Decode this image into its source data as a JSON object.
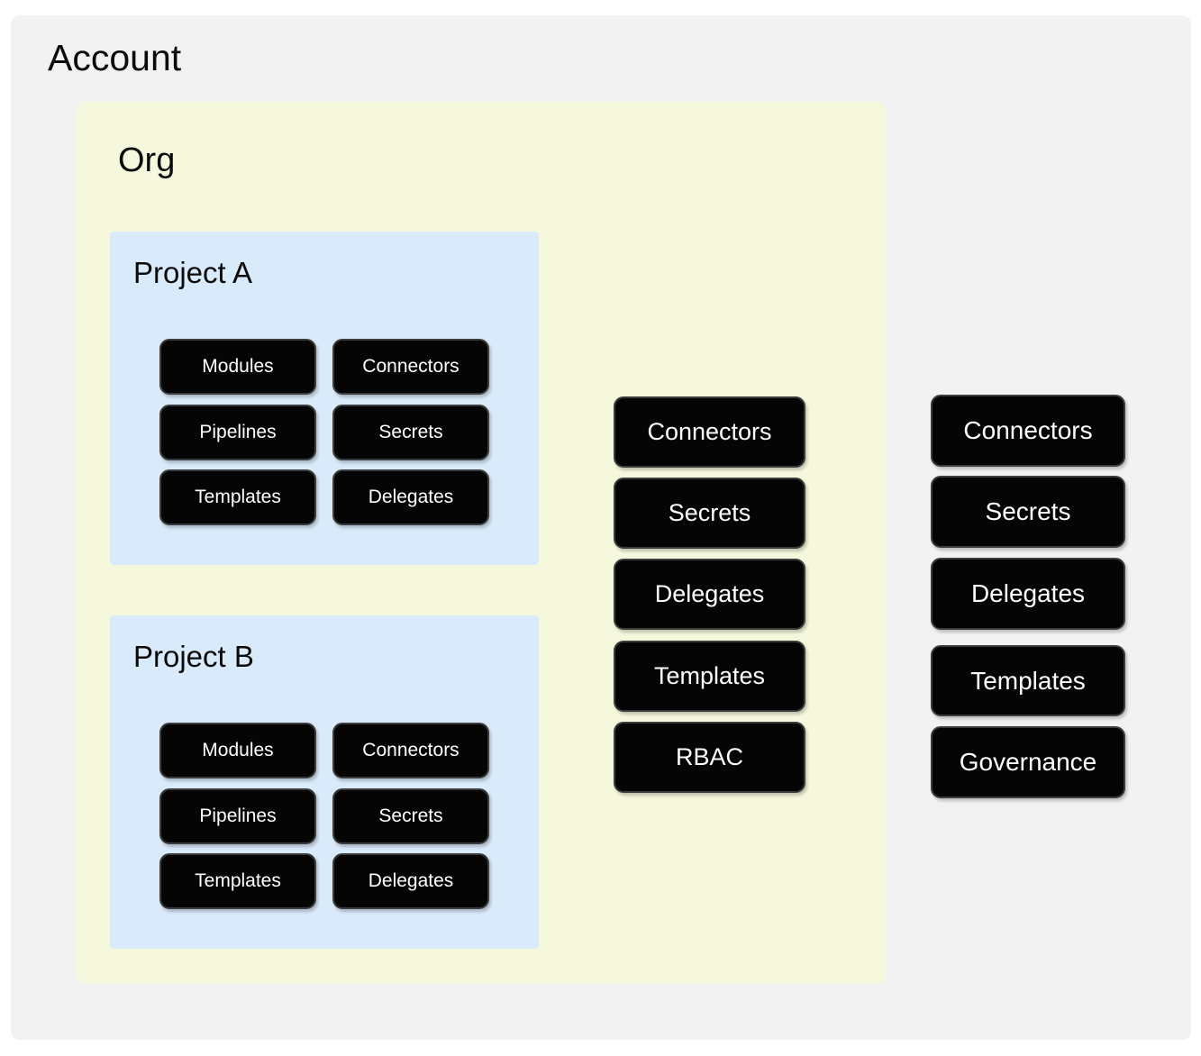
{
  "diagram": {
    "type": "nested-scope-hierarchy",
    "colors": {
      "account_bg": "#f2f2f2",
      "org_bg": "#f6f8dd",
      "project_bg": "#d9eafb",
      "node_bg": "#050505",
      "node_border": "#3c3c3c",
      "node_text": "#ffffff",
      "title_text": "#0b0b0b",
      "page_bg": "#ffffff"
    },
    "account": {
      "title": "Account",
      "resources": [
        {
          "label": "Connectors"
        },
        {
          "label": "Secrets"
        },
        {
          "label": "Delegates"
        },
        {
          "label": "Templates"
        },
        {
          "label": "Governance"
        }
      ]
    },
    "org": {
      "title": "Org",
      "resources": [
        {
          "label": "Connectors"
        },
        {
          "label": "Secrets"
        },
        {
          "label": "Delegates"
        },
        {
          "label": "Templates"
        },
        {
          "label": "RBAC"
        }
      ]
    },
    "projects": [
      {
        "title": "Project A",
        "resources_left": [
          {
            "label": "Modules"
          },
          {
            "label": "Pipelines"
          },
          {
            "label": "Templates"
          }
        ],
        "resources_right": [
          {
            "label": "Connectors"
          },
          {
            "label": "Secrets"
          },
          {
            "label": "Delegates"
          }
        ]
      },
      {
        "title": "Project B",
        "resources_left": [
          {
            "label": "Modules"
          },
          {
            "label": "Pipelines"
          },
          {
            "label": "Templates"
          }
        ],
        "resources_right": [
          {
            "label": "Connectors"
          },
          {
            "label": "Secrets"
          },
          {
            "label": "Delegates"
          }
        ]
      }
    ]
  }
}
